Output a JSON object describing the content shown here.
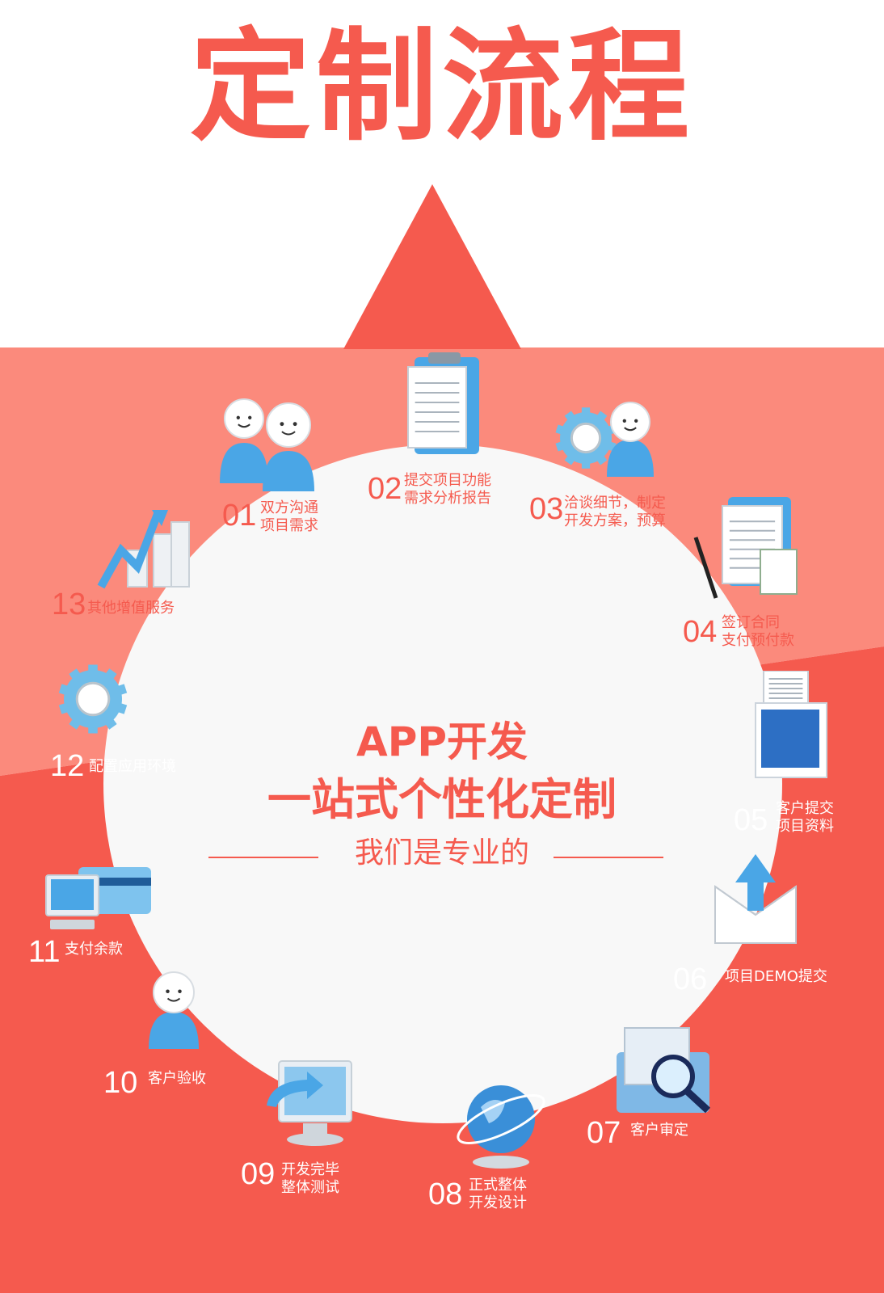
{
  "title": "定制流程",
  "center": {
    "line1": "APP开发",
    "line2": "一站式个性化定制",
    "line3": "我们是专业的"
  },
  "colors": {
    "accent": "#f55a4e",
    "pink": "#fb8a7c",
    "circle": "#f8f8f8",
    "white": "#ffffff",
    "icon_blue": "#4aa6e6"
  },
  "steps": [
    {
      "num": "01",
      "lines": [
        "双方沟通",
        "项目需求"
      ],
      "icon": "users-icon"
    },
    {
      "num": "02",
      "lines": [
        "提交项目功能",
        "需求分析报告"
      ],
      "icon": "clipboard-icon"
    },
    {
      "num": "03",
      "lines": [
        "洽谈细节，制定",
        "开发方案，预算"
      ],
      "icon": "gear-person-icon"
    },
    {
      "num": "04",
      "lines": [
        "签订合同",
        "支付预付款"
      ],
      "icon": "contract-icon"
    },
    {
      "num": "05",
      "lines": [
        "客户提交",
        "项目资料"
      ],
      "icon": "monitor-document-icon"
    },
    {
      "num": "06",
      "lines": [
        "项目DEMO提交"
      ],
      "icon": "envelope-upload-icon"
    },
    {
      "num": "07",
      "lines": [
        "客户审定"
      ],
      "icon": "folder-magnifier-icon"
    },
    {
      "num": "08",
      "lines": [
        "正式整体",
        "开发设计"
      ],
      "icon": "globe-icon"
    },
    {
      "num": "09",
      "lines": [
        "开发完毕",
        "整体测试"
      ],
      "icon": "monitor-refresh-icon"
    },
    {
      "num": "10",
      "lines": [
        "客户验收"
      ],
      "icon": "person-icon"
    },
    {
      "num": "11",
      "lines": [
        "支付余款"
      ],
      "icon": "payment-card-icon"
    },
    {
      "num": "12",
      "lines": [
        "配置应用环境"
      ],
      "icon": "gear-icon"
    },
    {
      "num": "13",
      "lines": [
        "其他增值服务"
      ],
      "icon": "growth-chart-icon"
    }
  ]
}
